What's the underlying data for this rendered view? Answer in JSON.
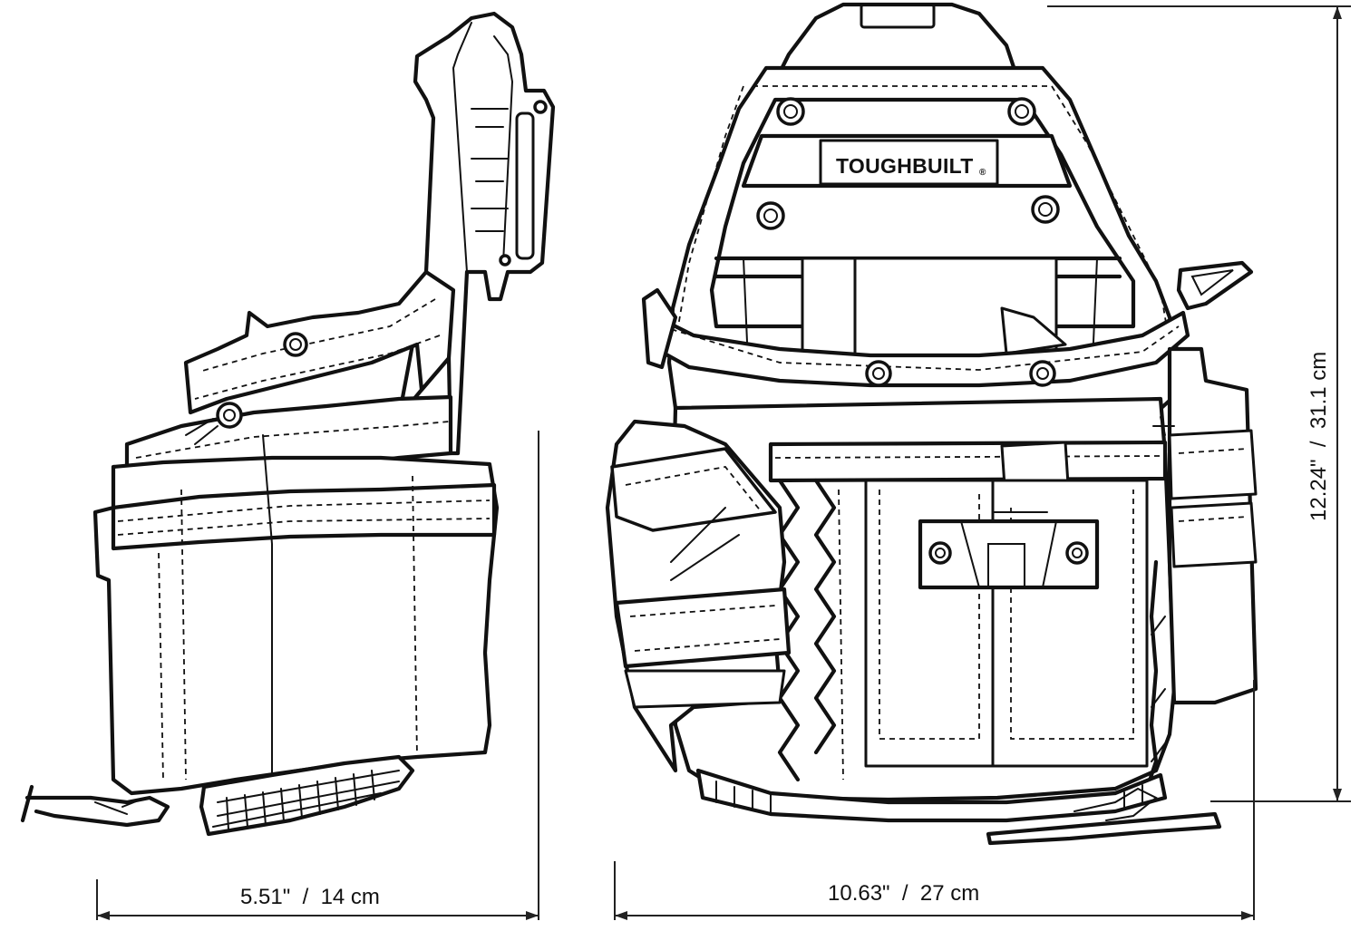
{
  "diagram": {
    "brand_label": "TOUGHBUILT",
    "registered_mark": "®",
    "dimensions": {
      "side_width_label": "5.51\"  /  14 cm",
      "front_width_label": "10.63\"  /  27 cm",
      "height_label": "12.24\"  /  31.1 cm"
    }
  }
}
